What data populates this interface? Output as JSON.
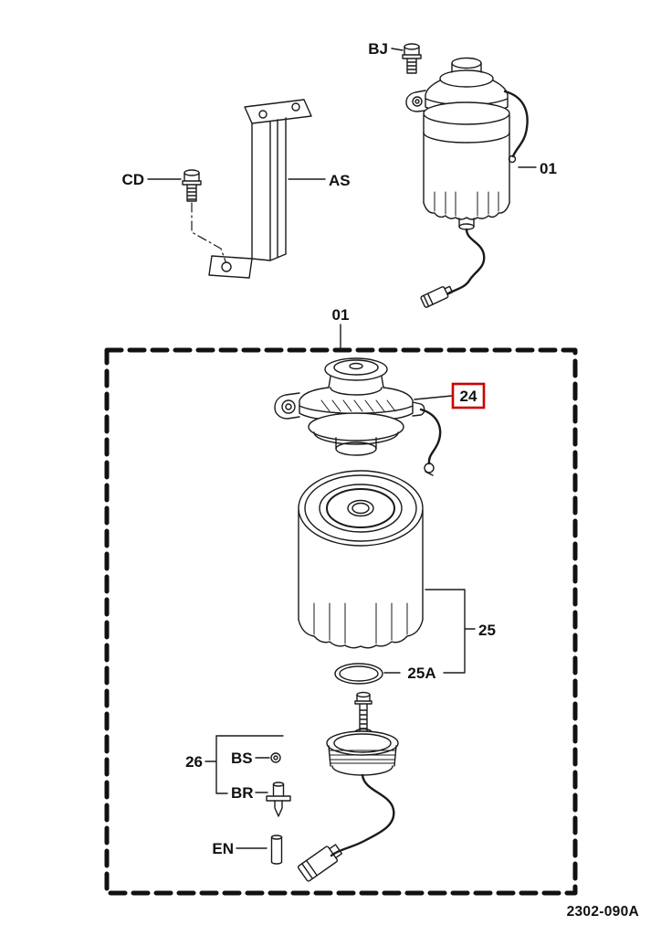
{
  "diagram": {
    "code": "2302-090A",
    "colors": {
      "line": "#1a1a1a",
      "highlight": "#cc0000",
      "background": "#ffffff"
    },
    "labels": {
      "bj": "BJ",
      "cd": "CD",
      "as": "AS",
      "part01_top": "01",
      "part01_box": "01",
      "part24": "24",
      "part25": "25",
      "part25a": "25A",
      "part26": "26",
      "bs": "BS",
      "br": "BR",
      "en": "EN"
    }
  }
}
